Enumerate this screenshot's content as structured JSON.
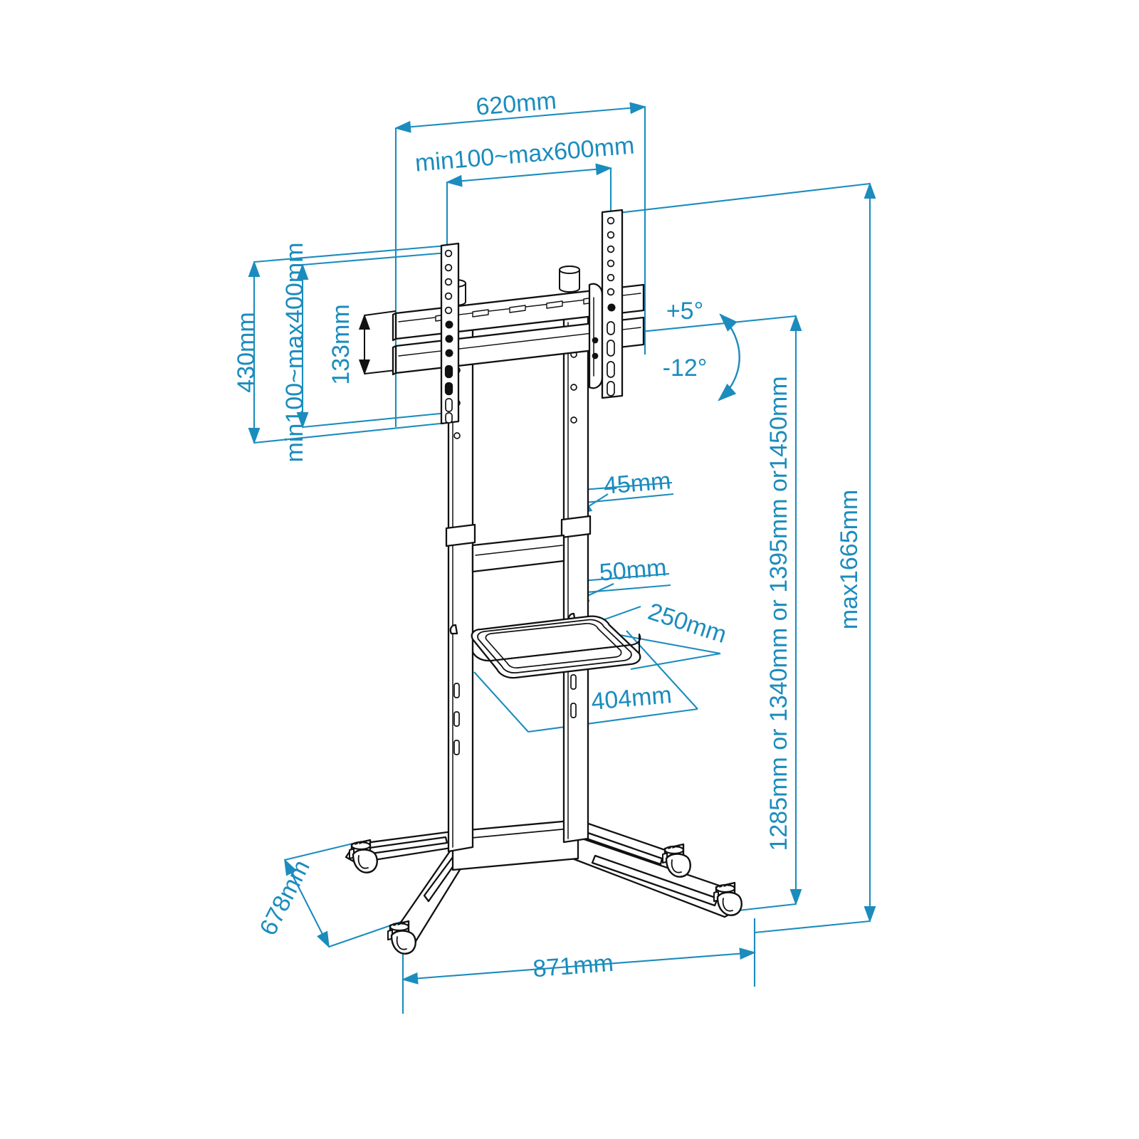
{
  "drawing": {
    "title": "Mobile TV Cart / Trolley Dimensional Drawing",
    "units": "mm",
    "projection": "isometric",
    "accent_color": "#1b8cbd",
    "line_color": "#111111",
    "background": "#ffffff"
  },
  "dimensions": {
    "overall_width_top": "620mm",
    "vesa_width_range": "min100~max600mm",
    "bracket_height": "430mm",
    "vesa_height_range": "min100~max400mm",
    "rail_depth": "133mm",
    "tilt_up": "+5°",
    "tilt_down": "-12°",
    "column_width": "45mm",
    "column_depth": "50mm",
    "shelf_depth": "250mm",
    "shelf_width": "404mm",
    "height_steps": "1285mm or 1340mm or 1395mm or1450mm",
    "max_height": "max1665mm",
    "base_depth": "678mm",
    "base_width": "871mm"
  },
  "labels": [
    {
      "id": "w620",
      "text": "620mm",
      "name": "dimension-label-overall-width"
    },
    {
      "id": "vesaw",
      "text": "min100~max600mm",
      "name": "dimension-label-vesa-width"
    },
    {
      "id": "h430",
      "text": "430mm",
      "name": "dimension-label-bracket-height"
    },
    {
      "id": "vesah",
      "text": "min100~max400mm",
      "name": "dimension-label-vesa-height"
    },
    {
      "id": "d133",
      "text": "133mm",
      "name": "dimension-label-rail-depth"
    },
    {
      "id": "tiltup",
      "text": "+5°",
      "name": "dimension-label-tilt-up"
    },
    {
      "id": "tiltdown",
      "text": "-12°",
      "name": "dimension-label-tilt-down"
    },
    {
      "id": "c45",
      "text": "45mm",
      "name": "dimension-label-column-width"
    },
    {
      "id": "c50",
      "text": "50mm",
      "name": "dimension-label-column-depth"
    },
    {
      "id": "s250",
      "text": "250mm",
      "name": "dimension-label-shelf-depth"
    },
    {
      "id": "s404",
      "text": "404mm",
      "name": "dimension-label-shelf-width"
    },
    {
      "id": "hsteps",
      "text": "1285mm or 1340mm or 1395mm or1450mm",
      "name": "dimension-label-height-steps"
    },
    {
      "id": "hmax",
      "text": "max1665mm",
      "name": "dimension-label-max-height"
    },
    {
      "id": "b678",
      "text": "678mm",
      "name": "dimension-label-base-depth"
    },
    {
      "id": "b871",
      "text": "871mm",
      "name": "dimension-label-base-width"
    }
  ],
  "components": [
    {
      "name": "vesa-bracket-left",
      "description": "left vertical mounting bracket with hole pattern"
    },
    {
      "name": "vesa-bracket-right",
      "description": "right vertical mounting bracket with hole pattern"
    },
    {
      "name": "cross-rail-upper",
      "description": "upper horizontal mounting rail"
    },
    {
      "name": "cross-rail-lower",
      "description": "lower horizontal mounting rail"
    },
    {
      "name": "column-left",
      "description": "left telescoping upright column"
    },
    {
      "name": "column-right",
      "description": "right telescoping upright column"
    },
    {
      "name": "column-brace",
      "description": "horizontal brace between columns"
    },
    {
      "name": "shelf-tray",
      "description": "rounded rectangular accessory shelf"
    },
    {
      "name": "base-leg-front-left",
      "description": "splayed base leg"
    },
    {
      "name": "base-leg-front-right",
      "description": "splayed base leg"
    },
    {
      "name": "base-leg-rear-left",
      "description": "splayed base leg"
    },
    {
      "name": "base-leg-rear-right",
      "description": "splayed base leg"
    },
    {
      "name": "caster-wheel",
      "description": "swivel caster wheel, 4 total"
    }
  ]
}
